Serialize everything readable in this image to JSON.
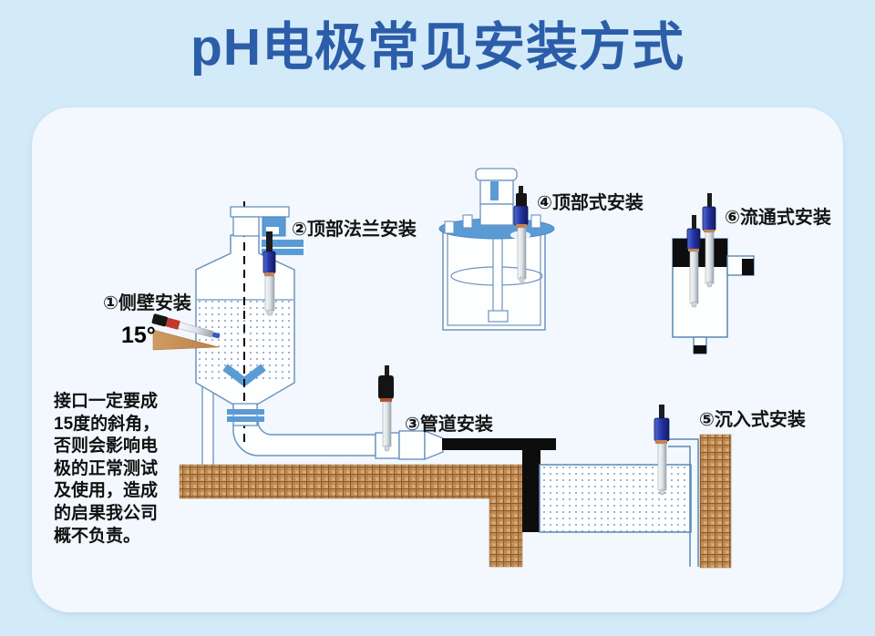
{
  "page": {
    "title": "pH电极常见安装方式",
    "background_color": "#d3eaf8",
    "panel_color": "#f2f8fd",
    "title_color": "#2b5da8"
  },
  "labels": {
    "side_wall": "①侧壁安装",
    "top_flange": "②顶部法兰安装",
    "pipeline": "③管道安装",
    "top_type": "④顶部式安装",
    "submerged": "⑤沉入式安装",
    "flow_through": "⑥流通式安装"
  },
  "annotations": {
    "angle": "15°",
    "warning": "接口一定要成\n15度的斜角，\n否则会影响电\n极的正常测试\n及使用，造成\n的启果我公司\n概不负责。"
  },
  "colors": {
    "outline_blue": "#6c93c0",
    "accent_blue": "#5b9bd5",
    "electrode_blue": "#20339b",
    "electrode_red": "#c0392b",
    "ground_tan": "#c99a66",
    "pipe_black": "#0d0d0d",
    "dot_liquid": "#7d9fc4"
  }
}
